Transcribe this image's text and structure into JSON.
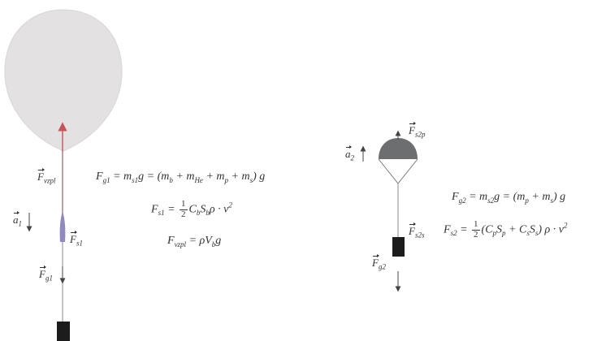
{
  "colors": {
    "balloon_fill": "#e4e1e2",
    "parachute_fill": "#6d6e6f",
    "payload_fill": "#1c1c1c",
    "lift_vector": "#c2555a",
    "ribbon": "#8f89bd",
    "line": "#555555"
  },
  "left": {
    "label_lift": "F",
    "label_lift_sub": "νzpl",
    "label_drag": "F",
    "label_drag_sub": "s1",
    "label_weight": "F",
    "label_weight_sub": "g1",
    "label_accel": "a",
    "label_accel_sub": "1",
    "eq1": "F_g1 = m_s1 g = (m_b + m_He + m_p + m_s) g",
    "eq2": "F_s1 = ½ C_b S_b ρ · v²",
    "eq3": "F_vzpl = ρ V_b g"
  },
  "right": {
    "label_chute": "F",
    "label_chute_sub": "s2p",
    "label_drag": "F",
    "label_drag_sub": "s2s",
    "label_weight": "F",
    "label_weight_sub": "g2",
    "label_accel": "a",
    "label_accel_sub": "2",
    "eq1": "F_g2 = m_s2 g = (m_p + m_s) g",
    "eq2": "F_s2 = ½ (C_p S_p + C_s S_s) ρ · v²"
  }
}
